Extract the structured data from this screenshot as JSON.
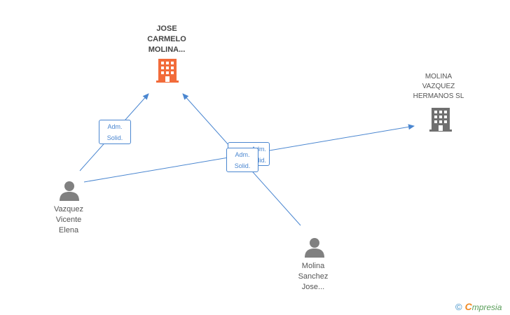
{
  "nodes": {
    "main_company": {
      "label": "JOSE\nCARMELO\nMOLINA...",
      "icon": "building-icon",
      "color": "#f26b3a"
    },
    "company2": {
      "label": "MOLINA\nVAZQUEZ\nHERMANOS SL",
      "icon": "building-icon",
      "color": "#707070"
    },
    "person1": {
      "label": "Vazquez\nVicente\nElena",
      "icon": "person-icon",
      "color": "#808080"
    },
    "person2": {
      "label": "Molina\nSanchez\nJose...",
      "icon": "person-icon",
      "color": "#808080"
    }
  },
  "edges": {
    "e1_label": "Adm.\nSolid.",
    "e2_label_back": "Adm.\nSolid.",
    "e3_label": "Adm.\nSolid."
  },
  "edge_color": "#4a86d0",
  "brand": {
    "copyright": "©",
    "e": "C",
    "name": "mpresia"
  }
}
